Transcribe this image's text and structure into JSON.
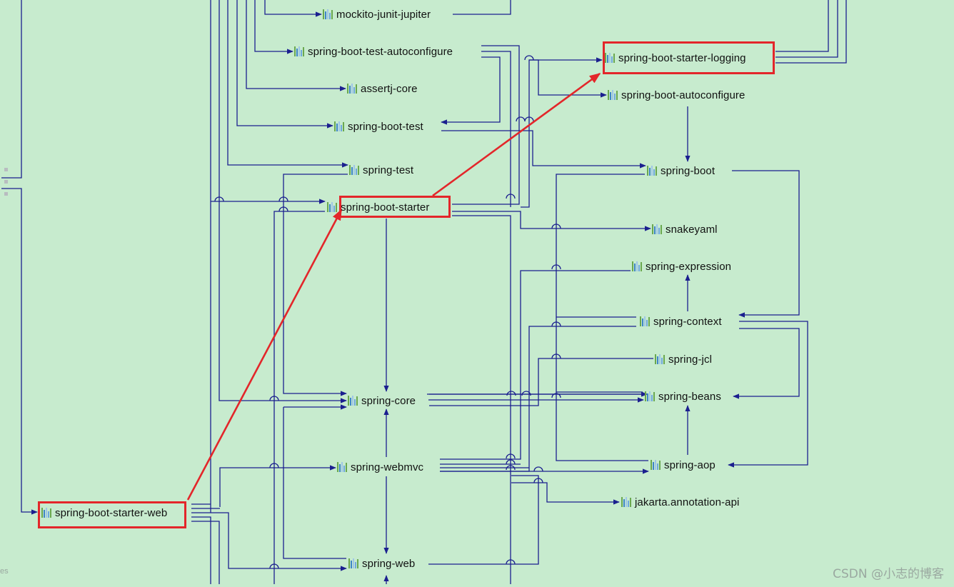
{
  "nodes": [
    {
      "id": "mockito-junit-jupiter",
      "label": "mockito-junit-jupiter"
    },
    {
      "id": "spring-boot-test-autoconfigure",
      "label": "spring-boot-test-autoconfigure"
    },
    {
      "id": "spring-boot-starter-logging",
      "label": "spring-boot-starter-logging",
      "highlight": true
    },
    {
      "id": "assertj-core",
      "label": "assertj-core"
    },
    {
      "id": "spring-boot-autoconfigure",
      "label": "spring-boot-autoconfigure"
    },
    {
      "id": "spring-boot-test",
      "label": "spring-boot-test"
    },
    {
      "id": "spring-test",
      "label": "spring-test"
    },
    {
      "id": "spring-boot",
      "label": "spring-boot"
    },
    {
      "id": "spring-boot-starter",
      "label": "spring-boot-starter",
      "highlight": true
    },
    {
      "id": "snakeyaml",
      "label": "snakeyaml"
    },
    {
      "id": "spring-expression",
      "label": "spring-expression"
    },
    {
      "id": "spring-context",
      "label": "spring-context"
    },
    {
      "id": "spring-jcl",
      "label": "spring-jcl"
    },
    {
      "id": "spring-core",
      "label": "spring-core"
    },
    {
      "id": "spring-beans",
      "label": "spring-beans"
    },
    {
      "id": "spring-webmvc",
      "label": "spring-webmvc"
    },
    {
      "id": "spring-aop",
      "label": "spring-aop"
    },
    {
      "id": "jakarta.annotation-api",
      "label": "jakarta.annotation-api"
    },
    {
      "id": "spring-boot-starter-web",
      "label": "spring-boot-starter-web",
      "highlight": true
    },
    {
      "id": "spring-web",
      "label": "spring-web"
    }
  ],
  "colors": {
    "background": "#c7ebce",
    "edge": "#1b1f8f",
    "highlight": "#e3262a",
    "icon_bars": [
      "#6aa84f",
      "#3d85c6",
      "#9fc5e8",
      "#6fa8dc"
    ]
  },
  "icon": "maven-library-icon",
  "watermark": "CSDN @小志的博客",
  "edge_fragment": "es"
}
